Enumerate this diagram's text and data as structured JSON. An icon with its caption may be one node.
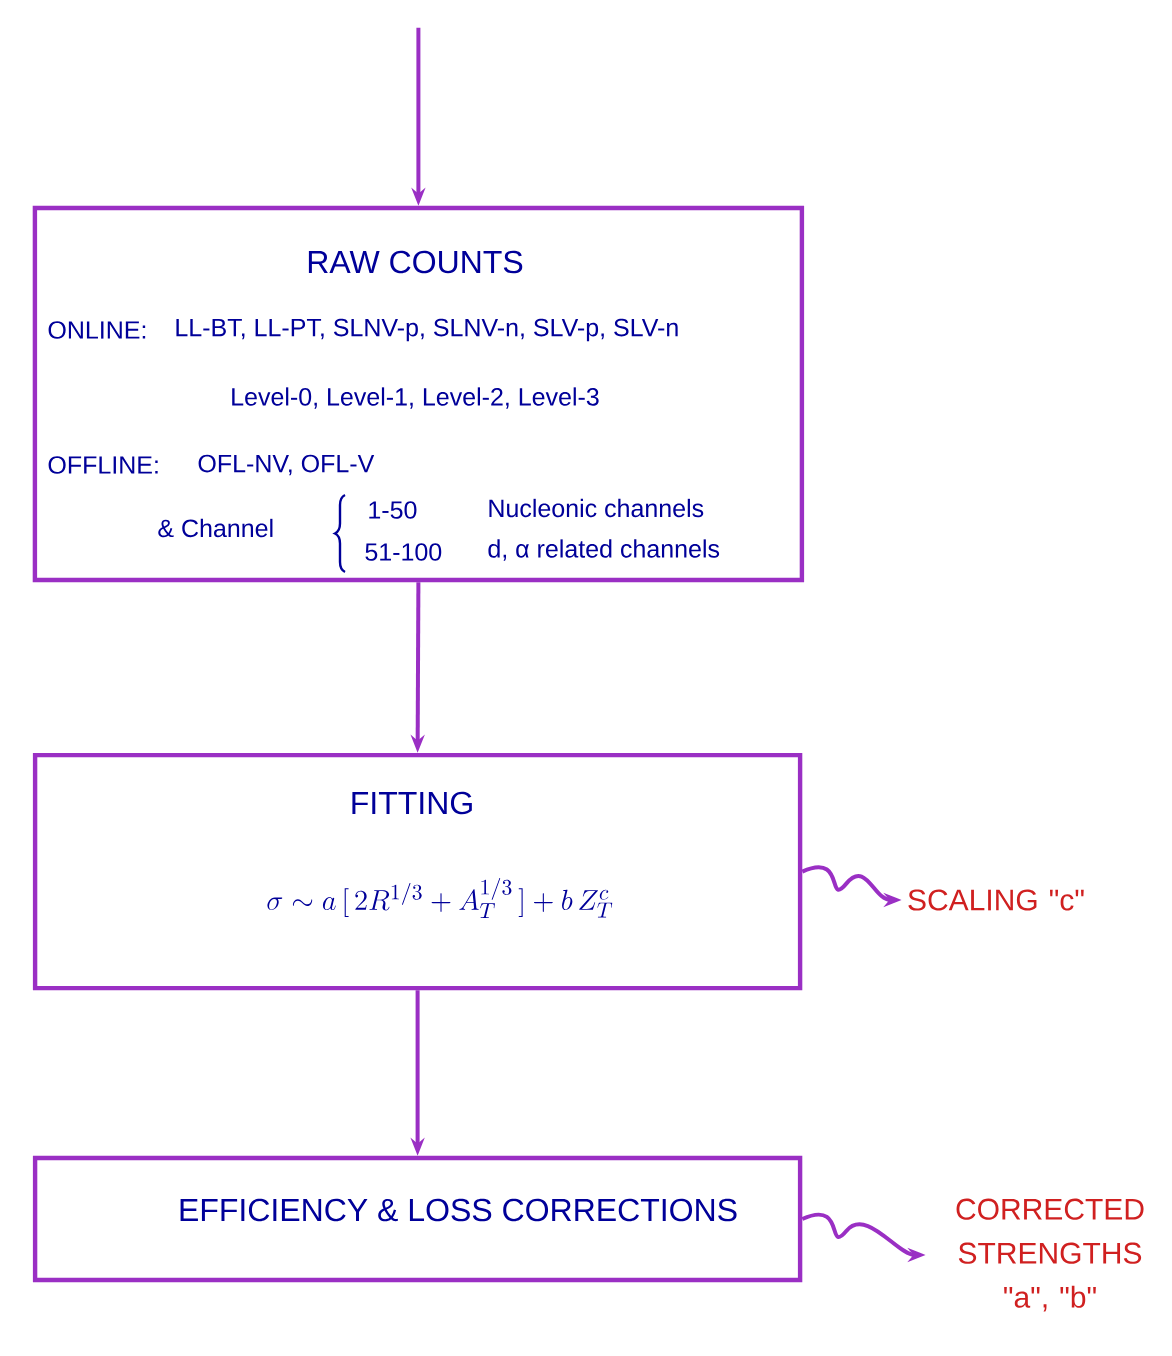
{
  "diagram": {
    "nodes": [
      {
        "text": [
          "RAW COUNTS",
          "ONLINE:",
          "LL-BT, LL-PT, SLNV-p, SLNV-n, SLV-p, SLV-n",
          "Level-0, Level-1, Level-2, Level-3",
          "OFFLINE:",
          "OFL-NV, OFL-V",
          "& Channel",
          "1-50",
          "Nucleonic channels",
          "51-100",
          "d, α related channels"
        ]
      },
      {
        "text": [
          "FITTING",
          "\\sigma \\sim a\\,[\\,2R^{1/3}+A_T^{1/3}\\,] + b\\,Z_T^{c}"
        ]
      },
      {
        "text": [
          "EFFICIENCY & LOSS CORRECTIONS"
        ]
      },
      {
        "text": [
          "SCALING \"c\""
        ]
      },
      {
        "text": [
          "CORRECTED STRENGTHS \"a\", \"b\""
        ]
      }
    ],
    "edges": [
      {
        "from": null,
        "to": 0,
        "arrow": "to"
      },
      {
        "from": 0,
        "to": 1,
        "arrow": "to"
      },
      {
        "from": 1,
        "to": 2,
        "arrow": "to"
      },
      {
        "from": 1,
        "to": 3,
        "arrow": "to"
      },
      {
        "from": 2,
        "to": 4,
        "arrow": "to"
      }
    ]
  }
}
